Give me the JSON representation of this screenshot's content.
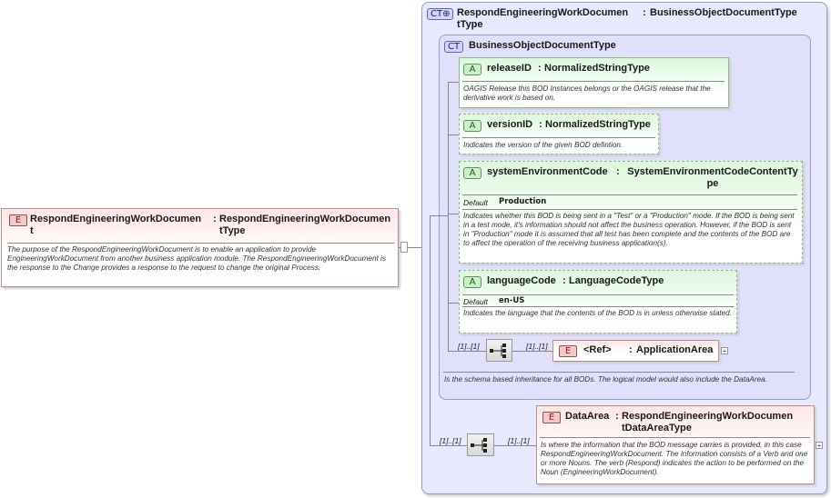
{
  "root": {
    "badge": "E",
    "name_line1": "RespondEngineeringWorkDocumen",
    "name_line2": "t",
    "type_line1": "RespondEngineeringWorkDocumen",
    "type_line2": "tType",
    "doc": "The purpose of the RespondEngineeringWorkDocument is to enable an application to provide EngineeringWorkDocument from another business application module. The RespondEngineeringWorkDocument  is the response to the Change provides a response to the request to change the original Process."
  },
  "outer_ct": {
    "badge": "CT",
    "name": "RespondEngineeringWorkDocumen",
    "name2": "tType",
    "base": "BusinessObjectDocumentType"
  },
  "inner_ct": {
    "badge": "CT",
    "name": "BusinessObjectDocumentType",
    "doc": "Is the schema based inheritance for all BODs. The logical model would also include the DataArea."
  },
  "attributes": [
    {
      "badge": "A",
      "name": "releaseID",
      "type": "NormalizedStringType",
      "doc": "OAGIS Release this BOD Instances belongs or the OAGIS release that the derivative work is based on."
    },
    {
      "badge": "A",
      "name": "versionID",
      "type": "NormalizedStringType",
      "doc": "Indicates the version of the given BOD defintion."
    },
    {
      "badge": "A",
      "name": "systemEnvironmentCode",
      "type_line1": "SystemEnvironmentCodeContentTy",
      "type_line2": "pe",
      "default_label": "Default",
      "default_value": "Production",
      "doc": "Indicates whether this BOD is being sent in a \"Test\" or a \"Production\" mode. If the BOD is being sent in a test mode, it's information should not affect the business operation. However, if the BOD is sent in \"Production\" mode it is assumed that all test has been complete and the contents of the BOD are to affect the operation of the receiving business application(s)."
    },
    {
      "badge": "A",
      "name": "languageCode",
      "type": "LanguageCodeType",
      "default_label": "Default",
      "default_value": "en-US",
      "doc": "Indicates the language that the contents of the BOD is in unless otherwise stated."
    }
  ],
  "app_area": {
    "badge": "E",
    "ref": "<Ref>",
    "type": "ApplicationArea",
    "occ_seq": "[1]..[1]",
    "occ_elem": "[1]..[1]"
  },
  "data_area": {
    "badge": "E",
    "name": "DataArea",
    "type_line1": "RespondEngineeringWorkDocumen",
    "type_line2": "tDataAreaType",
    "occ_seq": "[1]..[1]",
    "occ_elem": "[1]..[1]",
    "doc": "Is where the information that the BOD message carries is provided, in this case RespondEngineeringWorkDocument. The information consists of a Verb and one or more Nouns. The verb (Respond) indicates the action to be performed on the Noun (EngineeringWorkDocument)."
  },
  "sep_colon": ":"
}
